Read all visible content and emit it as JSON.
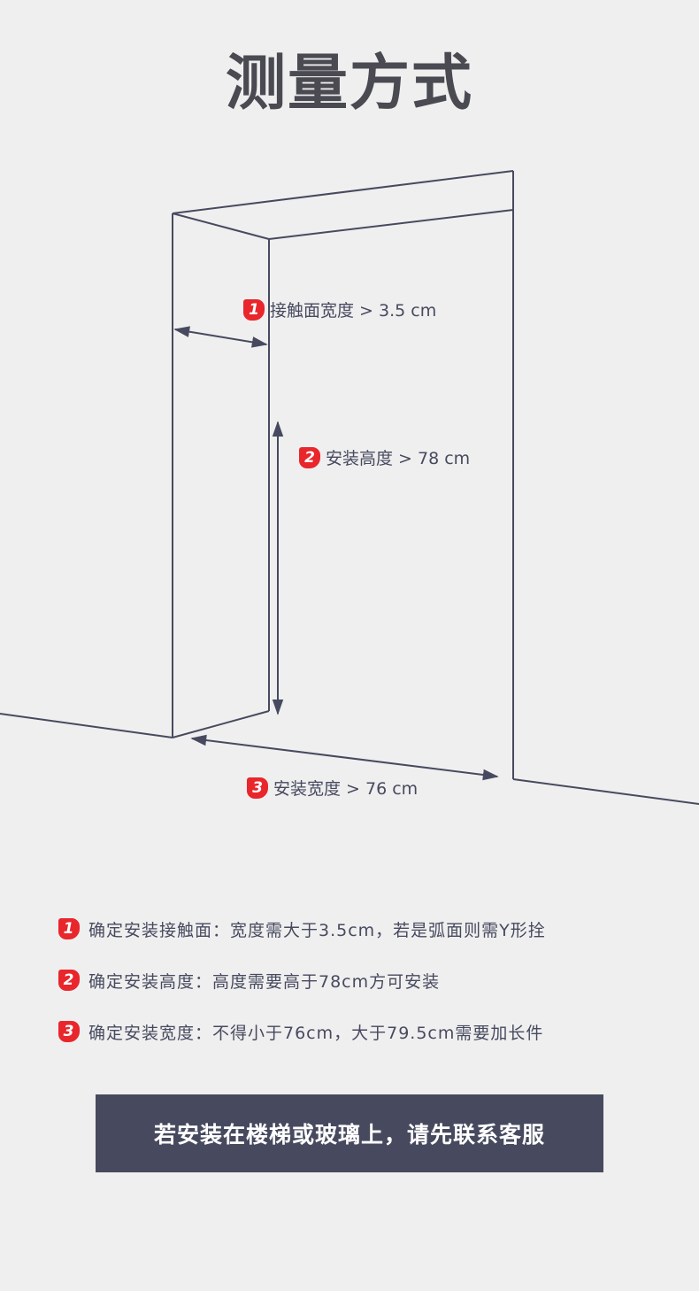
{
  "title": "测量方式",
  "diagram": {
    "labels": [
      {
        "num": "1",
        "text": "接触面宽度 > 3.5 cm"
      },
      {
        "num": "2",
        "text": "安装高度 > 78 cm"
      },
      {
        "num": "3",
        "text": "安装宽度 > 76 cm"
      }
    ]
  },
  "notes": [
    {
      "num": "1",
      "text": "确定安装接触面：宽度需大于3.5cm，若是弧面则需Y形拴"
    },
    {
      "num": "2",
      "text": "确定安装高度：高度需要高于78cm方可安装"
    },
    {
      "num": "3",
      "text": "确定安装宽度：不得小于76cm，大于79.5cm需要加长件"
    }
  ],
  "cta": "若安装在楼梯或玻璃上，请先联系客服",
  "colors": {
    "background": "#efefef",
    "line": "#474a5f",
    "badge": "#e8262b",
    "cta_bg": "#474a5e"
  }
}
